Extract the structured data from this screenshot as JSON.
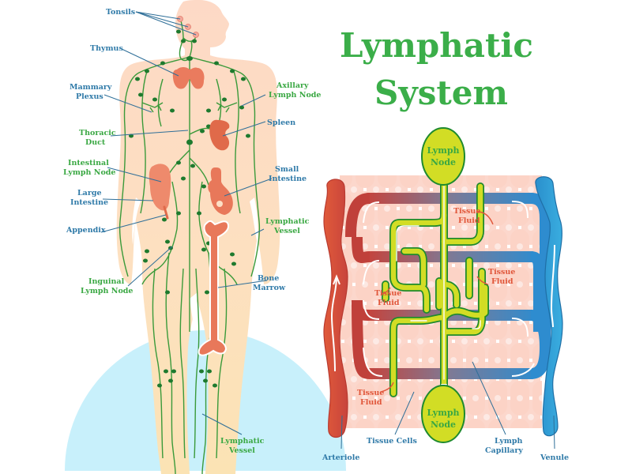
{
  "title": {
    "line1": "Lymphatic",
    "line2": "System"
  },
  "colors": {
    "title_green": "#3bae49",
    "label_blue": "#2f7aa8",
    "label_green": "#3aa843",
    "label_red": "#e0563a",
    "skin": "#fde0c6",
    "skin_lower": "#fbe1b5",
    "vessel_green": "#3a9a3a",
    "node_dark_green": "#1e7a2e",
    "organ_orange": "#e8785a",
    "backdrop_blue": "#c8f0fb",
    "arteriole_red": "#d9503a",
    "venule_blue": "#2e9ad4",
    "lymph_yellow": "#d2dd25",
    "tissue_pink": "#fcd9cf"
  },
  "body_diagram": {
    "labels": [
      {
        "id": "tonsils",
        "text": [
          "Tonsils"
        ],
        "color": "blue"
      },
      {
        "id": "thymus",
        "text": [
          "Thymus"
        ],
        "color": "blue"
      },
      {
        "id": "mammary-plexus",
        "text": [
          "Mammary",
          "Plexus"
        ],
        "color": "blue"
      },
      {
        "id": "thoracic-duct",
        "text": [
          "Thoracic",
          "Duct"
        ],
        "color": "green"
      },
      {
        "id": "intestinal-lymph-node",
        "text": [
          "Intestinal",
          "Lymph Node"
        ],
        "color": "green"
      },
      {
        "id": "large-intestine",
        "text": [
          "Large",
          "Intestine"
        ],
        "color": "blue"
      },
      {
        "id": "appendix",
        "text": [
          "Appendix"
        ],
        "color": "blue"
      },
      {
        "id": "inguinal-lymph-node",
        "text": [
          "Inguinal",
          "Lymph Node"
        ],
        "color": "green"
      },
      {
        "id": "axillary-lymph-node",
        "text": [
          "Axillary",
          "Lymph Node"
        ],
        "color": "green"
      },
      {
        "id": "spleen",
        "text": [
          "Spleen"
        ],
        "color": "blue"
      },
      {
        "id": "small-intestine",
        "text": [
          "Small",
          "Intestine"
        ],
        "color": "blue"
      },
      {
        "id": "lymphatic-vessel-upper",
        "text": [
          "Lymphatic",
          "Vessel"
        ],
        "color": "green"
      },
      {
        "id": "bone-marrow",
        "text": [
          "Bone",
          "Marrow"
        ],
        "color": "blue"
      },
      {
        "id": "lymphatic-vessel-lower",
        "text": [
          "Lymphatic",
          "Vessel"
        ],
        "color": "green"
      }
    ]
  },
  "capillary_diagram": {
    "top_node": [
      "Lymph",
      "Node"
    ],
    "bottom_node": [
      "Lymph",
      "Node"
    ],
    "tissue_fluid_labels": [
      [
        "Tissue",
        "Fluid"
      ],
      [
        "Tissue",
        "Fluid"
      ],
      [
        "Tissue",
        "Fluid"
      ],
      [
        "Tissue",
        "Fluid"
      ]
    ],
    "bottom_labels": {
      "arteriole": "Arteriole",
      "tissue_cells": "Tissue Cells",
      "lymph_capillary": [
        "Lymph",
        "Capillary"
      ],
      "venule": "Venule"
    }
  }
}
